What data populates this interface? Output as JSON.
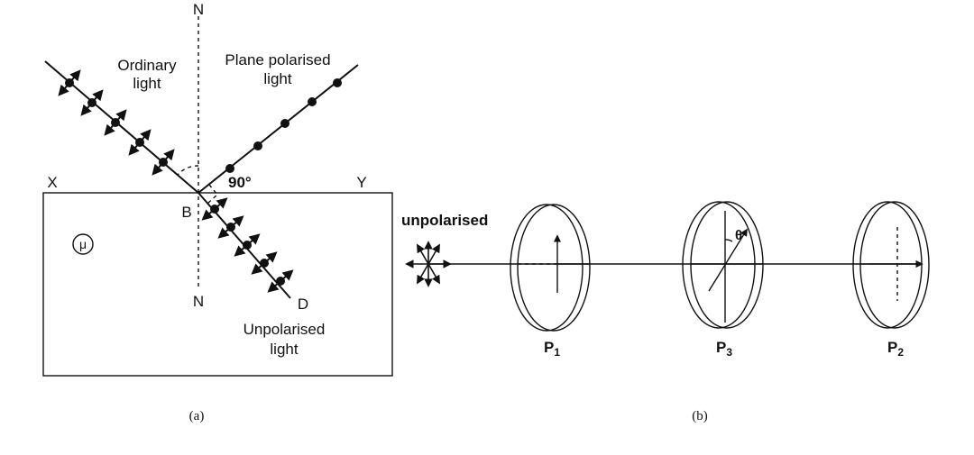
{
  "figure_a": {
    "normal_top": "N",
    "normal_bottom": "N",
    "surface_left": "X",
    "surface_right": "Y",
    "incidence_point": "B",
    "end_point": "D",
    "refractive_index": "μ",
    "label_ordinary": [
      "Ordinary",
      "light"
    ],
    "label_plane": [
      "Plane polarised",
      "light"
    ],
    "label_unpolarised": [
      "Unpolarised",
      "light"
    ],
    "angle": "90°",
    "caption": "(a)"
  },
  "figure_b": {
    "label_unpolarised": "unpolarised",
    "polaroids": [
      {
        "name": "P",
        "sub": "1"
      },
      {
        "name": "P",
        "sub": "3"
      },
      {
        "name": "P",
        "sub": "2"
      }
    ],
    "angle": "θ",
    "caption": "(b)"
  }
}
